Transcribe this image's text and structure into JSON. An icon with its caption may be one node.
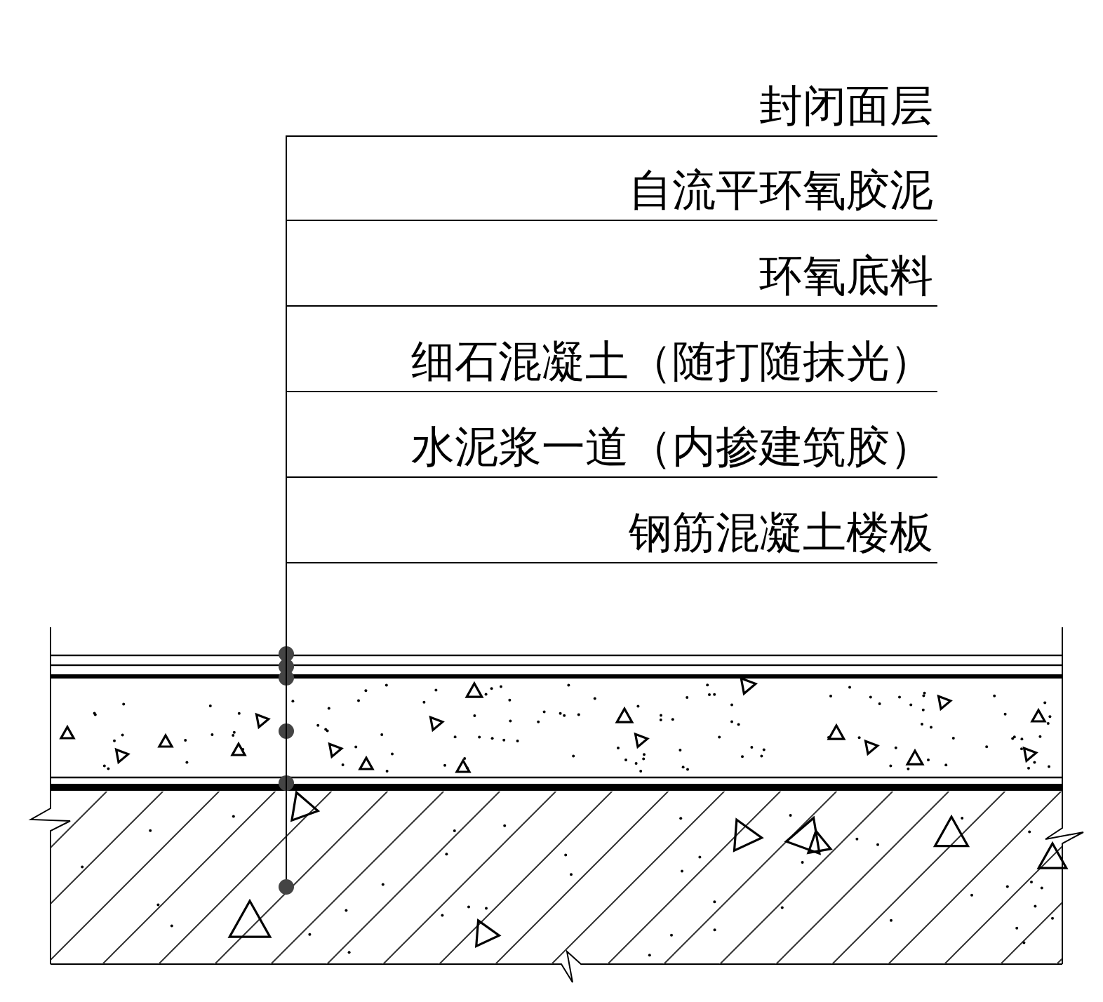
{
  "diagram": {
    "nodes": [
      {
        "text": [
          "封闭面层"
        ]
      },
      {
        "text": [
          "自流平环氧胶泥"
        ]
      },
      {
        "text": [
          "环氧底料"
        ]
      },
      {
        "text": [
          "细石混凝土（随打随抹光）"
        ]
      },
      {
        "text": [
          "水泥浆一道（内掺建筑胶）"
        ]
      },
      {
        "text": [
          "钢筋混凝土楼板"
        ]
      },
      {
        "text": [],
        "shape": "bar"
      },
      {
        "text": [],
        "shape": "bar"
      },
      {
        "text": [],
        "shape": "bar"
      },
      {
        "text": [],
        "shape": "box"
      },
      {
        "text": [],
        "shape": "bar"
      },
      {
        "text": [],
        "shape": "box"
      }
    ],
    "edges": [
      {
        "from": 0,
        "to": 6,
        "arrow": "other"
      },
      {
        "from": 1,
        "to": 7,
        "arrow": "other"
      },
      {
        "from": 2,
        "to": 8,
        "arrow": "other"
      },
      {
        "from": 3,
        "to": 9,
        "arrow": "other"
      },
      {
        "from": 4,
        "to": 10,
        "arrow": "other"
      },
      {
        "from": 5,
        "to": 11,
        "arrow": "other"
      }
    ]
  }
}
